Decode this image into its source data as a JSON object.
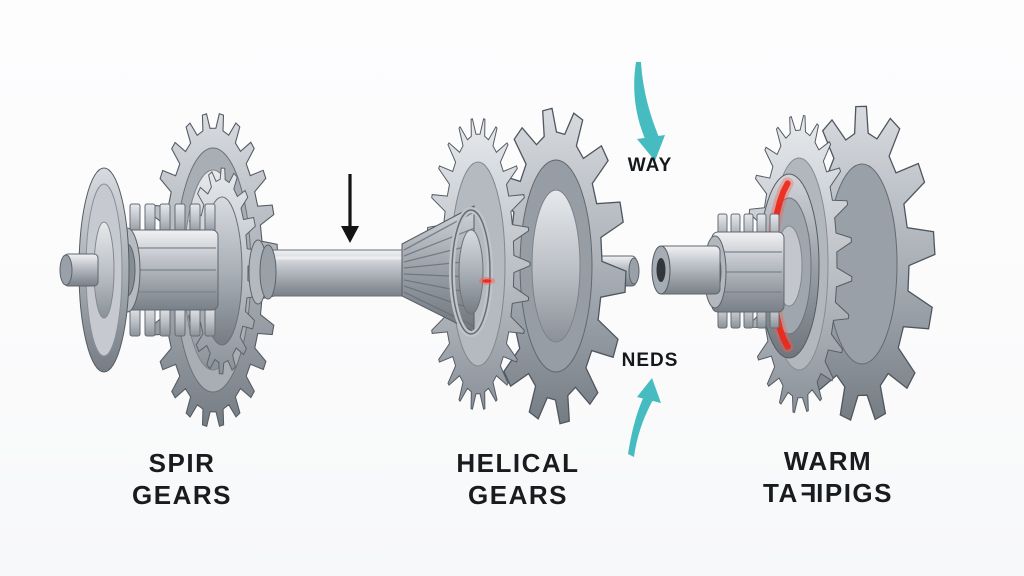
{
  "figures": [
    {
      "id": "spur",
      "caption_line1": "SPIR",
      "caption_line2": "GEARS"
    },
    {
      "id": "helical",
      "caption_line1": "HELICAL",
      "caption_line2": "GEARS"
    },
    {
      "id": "worm",
      "caption_line1": "WARM",
      "caption_line2_prefix": "TA",
      "caption_line2_mirrored": "F",
      "caption_line2_suffix": "IPIGS"
    }
  ],
  "annotations": {
    "top_arrow_label": "WAY",
    "bottom_arrow_label": "NEDS"
  },
  "colors": {
    "arrow_teal": "#46bcc0",
    "highlight_red": "#ee2517",
    "highlight_red_glow": "#ff5a4a",
    "ink": "#141414"
  }
}
